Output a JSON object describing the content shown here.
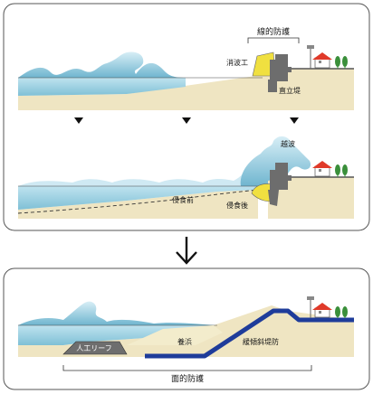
{
  "diagram": {
    "top_panel": {
      "bracket_label": "線的防護",
      "breakwater_label": "消波工",
      "seawall_label": "直立堤"
    },
    "middle_panel": {
      "overtopping_label": "越波",
      "before_erosion_label": "侵食前",
      "after_erosion_label": "侵食後"
    },
    "bottom_panel": {
      "reef_label": "人工リーフ",
      "nourishment_label": "養浜",
      "slope_dike_label": "緩傾斜堤防",
      "bracket_label": "面的防護"
    },
    "colors": {
      "sea": "#a9d7e6",
      "sea_deep": "#7cc0d8",
      "sand": "#efe5c2",
      "wall": "#6d6d6d",
      "tetrapod": "#f0e040",
      "slope_dike": "#1f3c9a",
      "reef": "#6e6e6e",
      "roof": "#e03a2a",
      "tree": "#3a8f3a"
    }
  }
}
